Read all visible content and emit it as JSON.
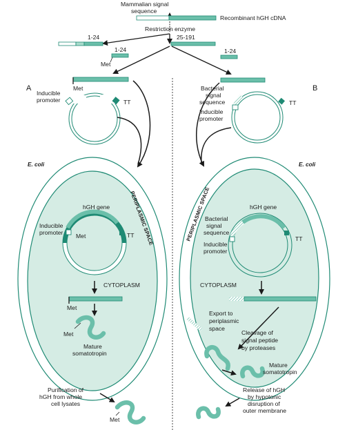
{
  "colors": {
    "teal": "#6bbfaa",
    "teal_dark": "#1f8a74",
    "teal_light": "#a9dccd",
    "cell_fill": "#d5ece4",
    "outline": "#1f8a74",
    "ink": "#1a1a1a"
  },
  "top": {
    "mammalian_signal": "Mammalian signal sequence",
    "mammalian_line1": "Mammalian signal",
    "mammalian_line2": "sequence",
    "recombinant": "Recombinant hGH cDNA",
    "restriction": "Restriction enzyme",
    "frag_1_24_left": "1-24",
    "frag_1_24_met": "1-24",
    "met_top": "Met",
    "frag_25_191": "25-191",
    "frag_1_24_right": "1-24"
  },
  "panel_a": {
    "letter": "A",
    "met": "Met",
    "inducible_line1": "Inducible",
    "inducible_line2": "promoter",
    "tt": "TT",
    "ecoli": "E. coli",
    "periplasmic": "PERIPLASMIC SPACE",
    "hgh_gene": "hGH gene",
    "inner_inducible_line1": "Inducible",
    "inner_inducible_line2": "promoter",
    "inner_met": "Met",
    "inner_tt": "TT",
    "cytoplasm": "CYTOPLASM",
    "met_strand": "Met",
    "met_protein": "Met",
    "mature_line1": "Mature",
    "mature_line2": "somatotropin",
    "purif_line1": "Purification of",
    "purif_line2": "hGH from whole",
    "purif_line3": "cell lysates",
    "met_bottom": "Met"
  },
  "panel_b": {
    "letter": "B",
    "bact_line1": "Bacterial",
    "bact_line2": "signal",
    "bact_line3": "sequence",
    "inducible_line1": "Inducible",
    "inducible_line2": "promoter",
    "tt": "TT",
    "ecoli": "E. coli",
    "periplasmic": "PERIPLASMIC SPACE",
    "hgh_gene": "hGH gene",
    "inner_bact_line1": "Bacterial",
    "inner_bact_line2": "signal",
    "inner_bact_line3": "sequence",
    "inner_inducible_line1": "Inducible",
    "inner_inducible_line2": "promoter",
    "inner_tt": "TT",
    "cytoplasm": "CYTOPLASM",
    "export_line1": "Export to",
    "export_line2": "periplasmic",
    "export_line3": "space",
    "cleave_line1": "Cleavage of",
    "cleave_line2": "signal peptide",
    "cleave_line3": "by proteases",
    "mature_line1": "Mature",
    "mature_line2": "somatotropin",
    "release_line1": "Release of hGH",
    "release_line2": "by hypotonic",
    "release_line3": "disruption of",
    "release_line4": "outer membrane"
  }
}
